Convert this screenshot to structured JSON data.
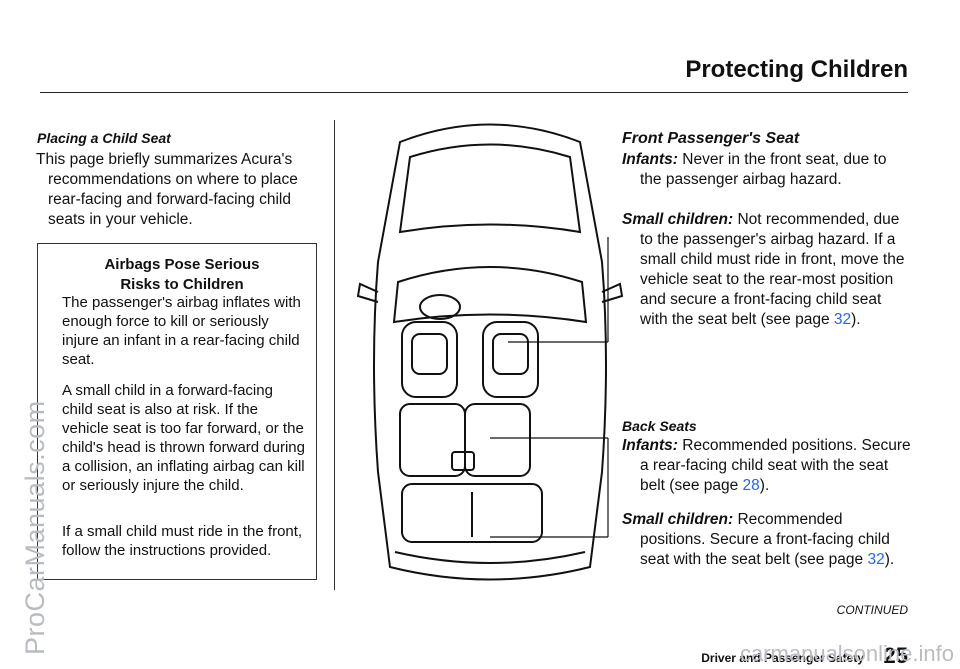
{
  "header": {
    "title": "Protecting Children"
  },
  "left": {
    "heading": "Placing a  Child Seat",
    "intro_line1": "This page briefly summarizes Acura's",
    "intro_rest": "recommendations on where to place rear-facing and forward-facing child seats in your vehicle."
  },
  "warning_box": {
    "title_line1": "Airbags Pose Serious",
    "title_line2": "Risks to Children",
    "para1": "The passenger's airbag inflates with enough force to kill or seriously injure an infant in a rear-facing child seat.",
    "para2": "A small child in a forward-facing child seat is also at risk. If the vehicle seat is too far forward, or the child's head is thrown forward during a collision, an inflating airbag can kill or seriously injure the child.",
    "para3": "If a small child must ride in the front, follow the instructions provided."
  },
  "front_seat": {
    "heading": "Front Passenger's Seat",
    "infants_label": "Infants:",
    "infants_text": "Never in the front seat, due to the passenger airbag hazard.",
    "small_label": "Small children:",
    "small_text": "Not recommended, due to the passenger's airbag hazard. If a small child must ride in front, move the vehicle seat to the rear-most position and secure a front-facing child seat with the seat belt (see page ",
    "small_page": "32",
    "small_end": ")."
  },
  "back_seats": {
    "heading": "Back  Seats",
    "infants_label": "Infants:",
    "infants_text": "Recommended positions. Secure a rear-facing child seat with the seat belt (see page ",
    "infants_page": "28",
    "infants_end": ").",
    "small_label": "Small children:",
    "small_text": "Recommended positions. Secure a front-facing child seat with the seat belt (see page ",
    "small_page": "32",
    "small_end": ")."
  },
  "continued": "CONTINUED",
  "footer": {
    "section": "Driver and Passenger Safety",
    "page": "25"
  },
  "watermarks": {
    "side": "ProCarManuals.com",
    "bottom": "carmanualsonline.info"
  }
}
